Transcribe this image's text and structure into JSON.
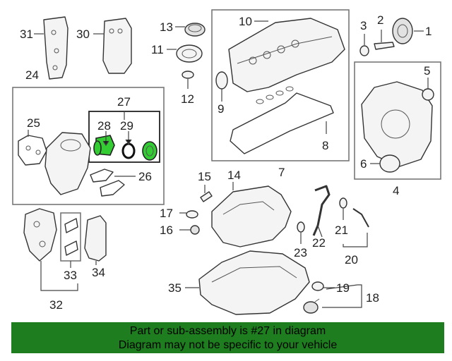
{
  "callouts": {
    "c1": "1",
    "c2": "2",
    "c3": "3",
    "c4": "4",
    "c5": "5",
    "c6": "6",
    "c7": "7",
    "c8": "8",
    "c9": "9",
    "c10": "10",
    "c11": "11",
    "c12": "12",
    "c13": "13",
    "c14": "14",
    "c15": "15",
    "c16": "16",
    "c17": "17",
    "c18": "18",
    "c19": "19",
    "c20": "20",
    "c21": "21",
    "c22": "22",
    "c23": "23",
    "c24": "24",
    "c25": "25",
    "c26": "26",
    "c27": "27",
    "c28": "28",
    "c29": "29",
    "c30": "30",
    "c31": "31",
    "c32": "32",
    "c33": "33",
    "c34": "34",
    "c35": "35"
  },
  "banner": {
    "line1": "Part or sub-assembly is #27 in diagram",
    "line2": "Diagram may not be specific to your vehicle"
  },
  "colors": {
    "banner_bg": "#1e7d1e",
    "highlight": "#33cc33"
  }
}
